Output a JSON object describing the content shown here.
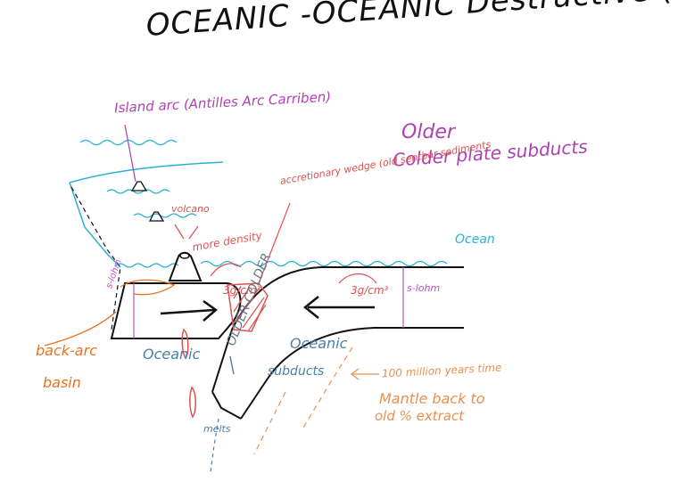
{
  "diagram": {
    "title": "OCEANIC -OCEANIC Destructive (Island arc)",
    "island_arc_label": "Island arc (Antilles Arc Carriben)",
    "older_label": "Older",
    "colder_plate_label": "Colder plate subducts",
    "volcano_label": "volcano",
    "accretionary_label": "accretionary wedge (old sentbar sediments",
    "ocean_label": "Ocean",
    "density_label": "more density",
    "density_left": "3g/cm³",
    "density_right": "3g/cm³",
    "s_label_left": "s-lohm",
    "s_label_right": "s-lohm",
    "older_colder_label": "OLDER COLDER",
    "oceanic_left": "Oceanic",
    "oceanic_right": "Oceanic",
    "subducts_label": "subducts",
    "myr_label": "100 million years time",
    "mantle_line1": "Mantle back to",
    "mantle_line2": "old % extract",
    "melts_label": "melts",
    "backarc_line1": "back-arc",
    "backarc_line2": "basin",
    "colors": {
      "ink": "#111111",
      "purple": "#b040b0",
      "red": "#e05050",
      "cyan": "#2bb0d8",
      "orange": "#e87020",
      "blue": "#4a7fa8"
    }
  }
}
